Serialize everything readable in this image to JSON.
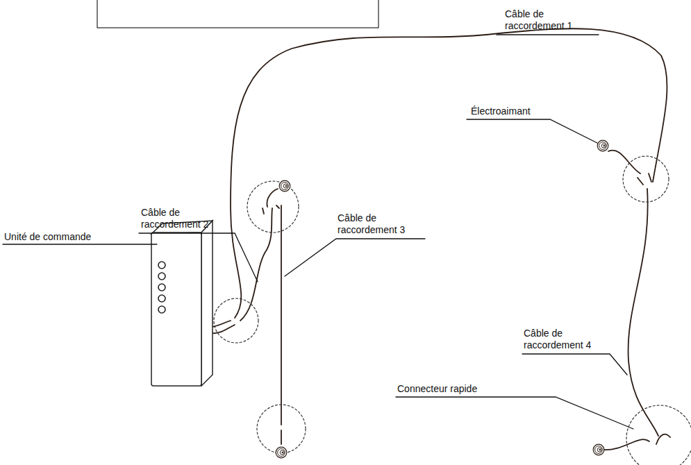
{
  "diagram": {
    "labels": [
      "Câble de raccordement 1",
      "Électroaimant",
      "Câble de raccordement 2",
      "Câble de raccordement 3",
      "Unité de commande",
      "Câble de raccordement 4",
      "Connecteur rapide"
    ]
  }
}
